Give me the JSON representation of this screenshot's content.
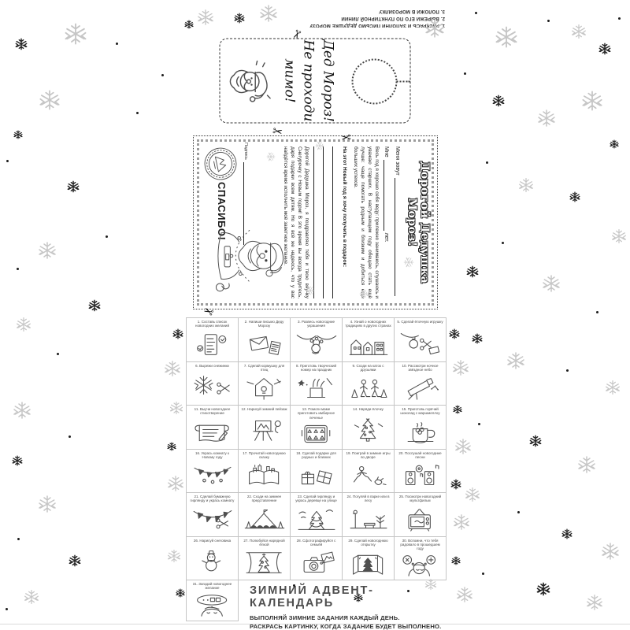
{
  "colors": {
    "paper": "#ffffff",
    "ink": "#222222",
    "grid_line": "#c5c5c5",
    "caption_text": "#4a4a4a",
    "doodle_stroke": "#4f4f4f"
  },
  "instructions": {
    "line1": "1. РАСКРАСЬ И ЗАПОЛНИ ПИСЬМО ДЕДУШКЕ МОРОЗУ",
    "line2": "2. ВЫРЕЖИ ЕГО ПО ПУНКТИРНОЙ ЛИНИИ",
    "line3": "3. ПОЛОЖИ В МОРОЗИЛКУ"
  },
  "door_hanger": {
    "text_line1": "Дед Мороз!",
    "text_line2": "Не проходи",
    "text_line3": "мимо!",
    "santa_icon": "santa-face-icon",
    "knob_icon": "door-knob-cutout"
  },
  "letter": {
    "title": "Дорогой Дедушка Мороз!",
    "name_label": "Меня зовут",
    "age_label": "Мне",
    "age_suffix": "лет.",
    "paragraph1": "Весь год я хорошо себя веду: прилежно занимаюсь, слушаюсь и уважаю старших. В наступающем году обещаю стать ещё лучше: чаще помогать родным и близким и добиться еще больших успехов.",
    "wish_label": "На этот Новый год я хочу получить в подарок:",
    "paragraph2": "Дорогой Дедушка Мороз, я поздравляю тебя и твою внучку Снегурочку с Новым годом! В это время вы всегда трудитесь, даря подарки всем детям. Но я всё же надеюсь, что у вас найдётся время исполнить моё заветное желание.",
    "thanks": "СПАСИБО!",
    "signature_label": "Подпись",
    "stamp_icon": "postmark-stamp-icon",
    "santa_icon": "santa-figure-icon"
  },
  "calendar": {
    "title": "ЗИМНИЙ АДВЕНТ-КАЛЕНДАРЬ",
    "subtitle_line1": "ВЫПОЛНЯЙ ЗИМНИЕ ЗАДАНИЯ КАЖДЫЙ ДЕНЬ.",
    "subtitle_line2": "РАСКРАСЬ КАРТИНКУ, КОГДА ЗАДАНИЕ БУДЕТ ВЫПОЛНЕНО.",
    "cells": [
      {
        "n": 1,
        "caption": "Составь список новогодних желаний",
        "icon": "wishlist-icon"
      },
      {
        "n": 2,
        "caption": "Напиши письмо Деду Морозу",
        "icon": "letter-icon"
      },
      {
        "n": 3,
        "caption": "Развесь новогодние украшения",
        "icon": "garland-toys-icon"
      },
      {
        "n": 4,
        "caption": "Узнай о новогодних традициях в других странах",
        "icon": "houses-icon"
      },
      {
        "n": 5,
        "caption": "Сделай ёлочную игрушку",
        "icon": "ornament-craft-icon"
      },
      {
        "n": 6,
        "caption": "Вырежи снежинки",
        "icon": "snowflake-cut-icon"
      },
      {
        "n": 7,
        "caption": "Сделай кормушку для птиц",
        "icon": "birdhouse-icon"
      },
      {
        "n": 8,
        "caption": "Приготовь творческий номер на праздник",
        "icon": "magic-hat-icon"
      },
      {
        "n": 9,
        "caption": "Сходи на каток с друзьями",
        "icon": "friends-outdoors-icon"
      },
      {
        "n": 10,
        "caption": "Рассмотри ночное звёздное небо",
        "icon": "telescope-icon"
      },
      {
        "n": 11,
        "caption": "Выучи новогоднее стихотворение",
        "icon": "poem-scroll-icon"
      },
      {
        "n": 12,
        "caption": "Нарисуй зимний пейзаж",
        "icon": "easel-icon"
      },
      {
        "n": 13,
        "caption": "Помоги маме приготовить имбирное печенье",
        "icon": "gingerbread-icon"
      },
      {
        "n": 14,
        "caption": "Наряди ёлочку",
        "icon": "tree-icon"
      },
      {
        "n": 15,
        "caption": "Приготовь горячий шоколад с маршмеллоу",
        "icon": "cocoa-icon"
      },
      {
        "n": 16,
        "caption": "Укрась комнату к Новому году",
        "icon": "room-garland-icon"
      },
      {
        "n": 17,
        "caption": "Прочитай новогоднюю сказку",
        "icon": "storybook-icon"
      },
      {
        "n": 18,
        "caption": "Сделай подарки для родных и близких",
        "icon": "gifts-icon"
      },
      {
        "n": 19,
        "caption": "Поиграй в зимние игры во дворе",
        "icon": "snow-play-icon"
      },
      {
        "n": 20,
        "caption": "Послушай новогодние песни",
        "icon": "speakers-icon"
      },
      {
        "n": 21,
        "caption": "Сделай бумажную гирлянду и укрась комнату",
        "icon": "paper-garland-icon"
      },
      {
        "n": 22,
        "caption": "Сходи на зимнее представление",
        "icon": "circus-icon"
      },
      {
        "n": 23,
        "caption": "Сделай гирлянду и укрась деревце на улице",
        "icon": "street-tree-icon"
      },
      {
        "n": 24,
        "caption": "Погуляй в парке или в лесу",
        "icon": "park-icon"
      },
      {
        "n": 25,
        "caption": "Посмотри новогодний мультфильм",
        "icon": "tv-icon"
      },
      {
        "n": 26,
        "caption": "Нарисуй снеговика",
        "icon": "snowman-icon"
      },
      {
        "n": 27,
        "caption": "Полюбуйся нарядной ёлкой",
        "icon": "family-tree-icon"
      },
      {
        "n": 28,
        "caption": "Сфотографируйся с семьёй",
        "icon": "camera-icon"
      },
      {
        "n": 29,
        "caption": "Сделай новогоднюю открытку",
        "icon": "card-icon"
      },
      {
        "n": 30,
        "caption": "Вспомни, что тебя радовало в прошедшем году",
        "icon": "memories-icon"
      },
      {
        "n": 31,
        "caption": "Загадай новогоднее желание",
        "icon": "dream-icon"
      }
    ]
  }
}
